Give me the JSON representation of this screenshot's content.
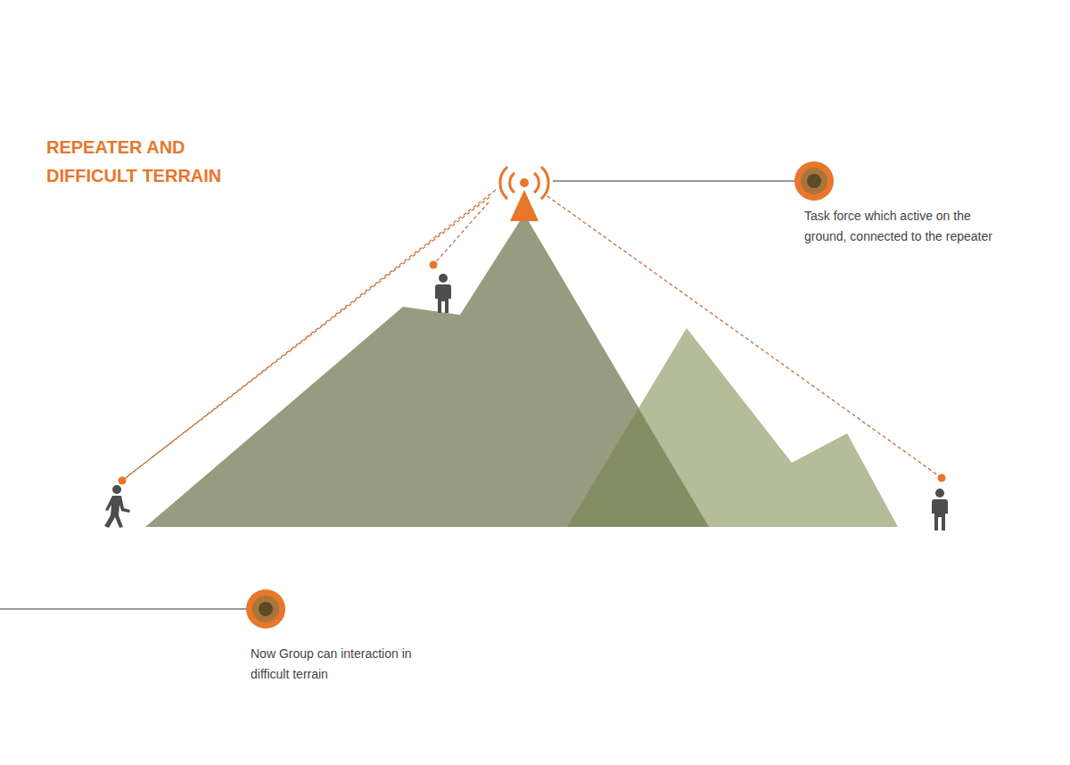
{
  "diagram": {
    "title": "REPEATER AND DIFFICULT TERRAIN",
    "labels": [
      "Task force which active on the ground, connected to the repeater",
      "Now Group can interaction in difficult terrain"
    ]
  }
}
